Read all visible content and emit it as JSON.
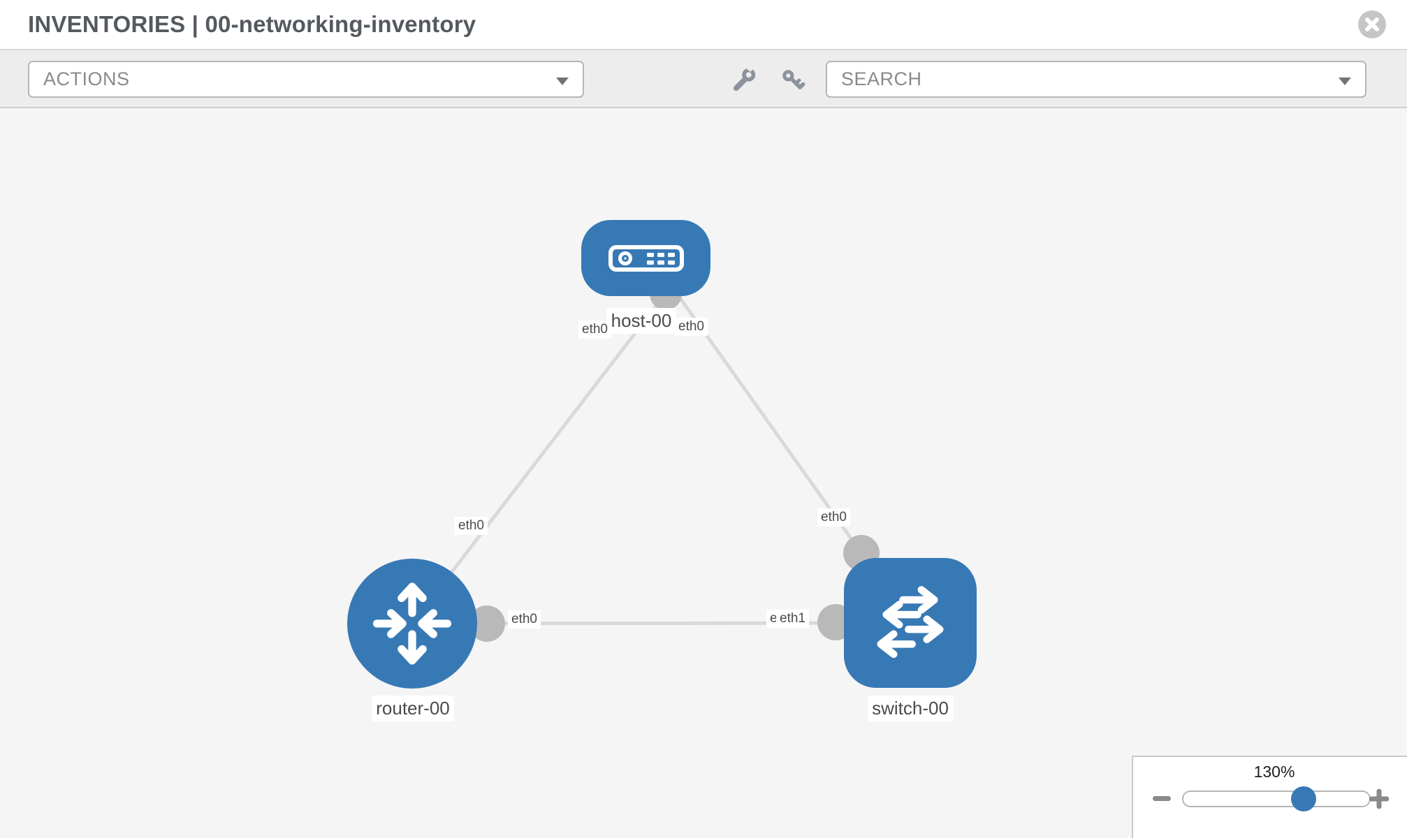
{
  "header": {
    "title": "INVENTORIES | 00-networking-inventory"
  },
  "toolbar": {
    "actions_label": "ACTIONS",
    "search_placeholder": "SEARCH"
  },
  "icons": {
    "close": "circle-x-icon",
    "wrench": "wrench-icon",
    "key": "key-icon",
    "dropdown_caret": "chevron-down-icon",
    "host": "server-icon",
    "router": "router-arrows-icon",
    "switch": "switch-arrows-icon"
  },
  "diagram": {
    "nodes": [
      {
        "id": "host-00",
        "type": "host",
        "label": "host-00",
        "icon": "server-icon"
      },
      {
        "id": "router-00",
        "type": "router",
        "label": "router-00",
        "icon": "router-arrows-icon"
      },
      {
        "id": "switch-00",
        "type": "switch",
        "label": "switch-00",
        "icon": "switch-arrows-icon"
      }
    ],
    "links": [
      {
        "source": "host-00",
        "target": "router-00"
      },
      {
        "source": "host-00",
        "target": "switch-00"
      },
      {
        "source": "router-00",
        "target": "switch-00"
      }
    ],
    "interfaces": [
      {
        "node": "host-00",
        "link": "host-00/router-00",
        "label": "eth0"
      },
      {
        "node": "router-00",
        "link": "host-00/router-00",
        "label": "eth0"
      },
      {
        "node": "host-00",
        "link": "host-00/switch-00",
        "label": "eth0"
      },
      {
        "node": "switch-00",
        "link": "host-00/switch-00",
        "label": "eth0"
      },
      {
        "node": "router-00",
        "link": "router-00/switch-00",
        "label": "eth0"
      },
      {
        "node": "switch-00",
        "link": "router-00/switch-00",
        "label": "eth0"
      },
      {
        "node": "switch-00",
        "link": "router-00/switch-00",
        "label": "eth1"
      }
    ]
  },
  "zoom_control": {
    "level": "130%"
  },
  "colors": {
    "node_blue": "#3779b5",
    "link_gray": "#d9d9d9",
    "port_gray": "#b9b9b9",
    "toolbar_icon_gray": "#8d939c",
    "label_text": "#4b4b4b",
    "title_text": "#54595f"
  }
}
